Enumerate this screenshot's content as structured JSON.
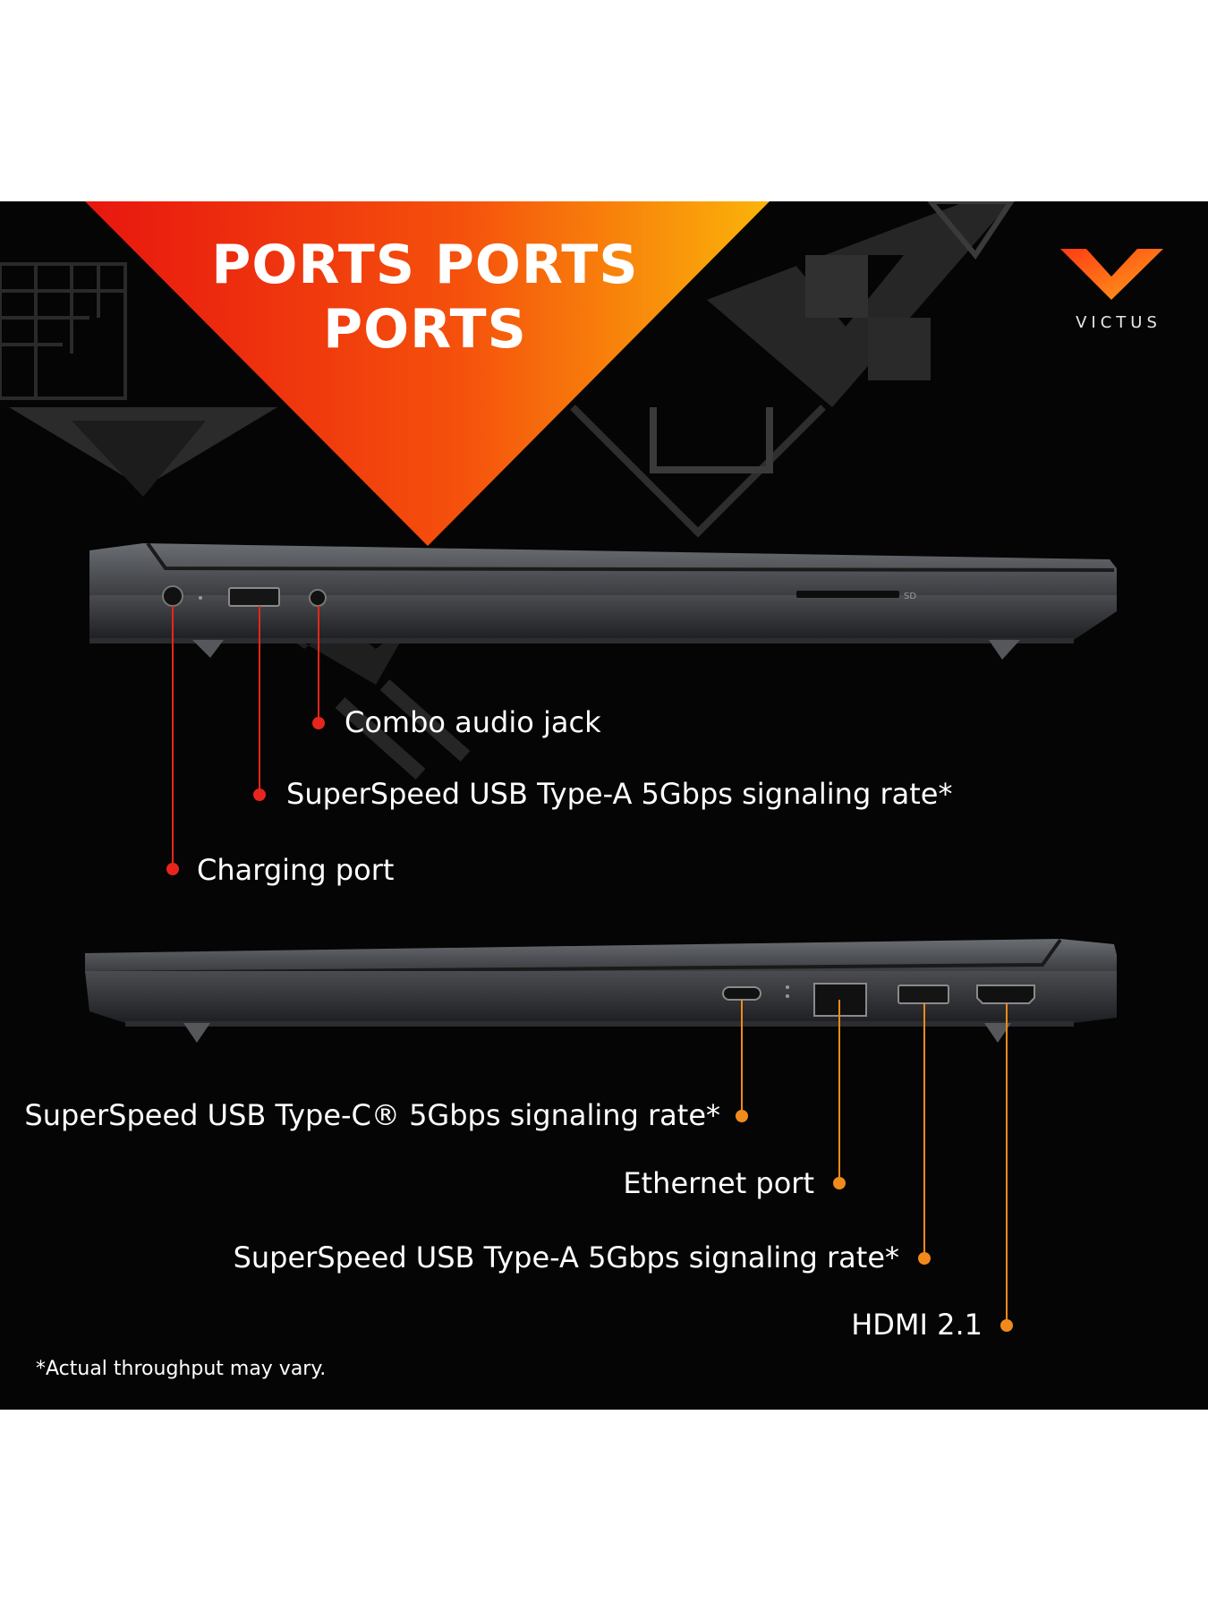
{
  "banner": {
    "title_line1": "PORTS PORTS",
    "title_line2": "PORTS"
  },
  "brand": {
    "name": "VICTUS"
  },
  "laptop_left_side": {
    "sd_label": "SD",
    "callouts": [
      {
        "label": "Combo audio jack"
      },
      {
        "label": "SuperSpeed USB Type-A 5Gbps signaling rate*"
      },
      {
        "label": "Charging port"
      }
    ]
  },
  "laptop_right_side": {
    "callouts": [
      {
        "label": "SuperSpeed USB Type-C® 5Gbps signaling rate*"
      },
      {
        "label": "Ethernet port"
      },
      {
        "label": "SuperSpeed USB Type-A 5Gbps signaling rate*"
      },
      {
        "label": "HDMI 2.1"
      }
    ]
  },
  "footnote": "*Actual throughput may vary.",
  "colors": {
    "red_accent": "#e8251c",
    "orange_accent": "#f08a1c",
    "background": "#050505"
  }
}
